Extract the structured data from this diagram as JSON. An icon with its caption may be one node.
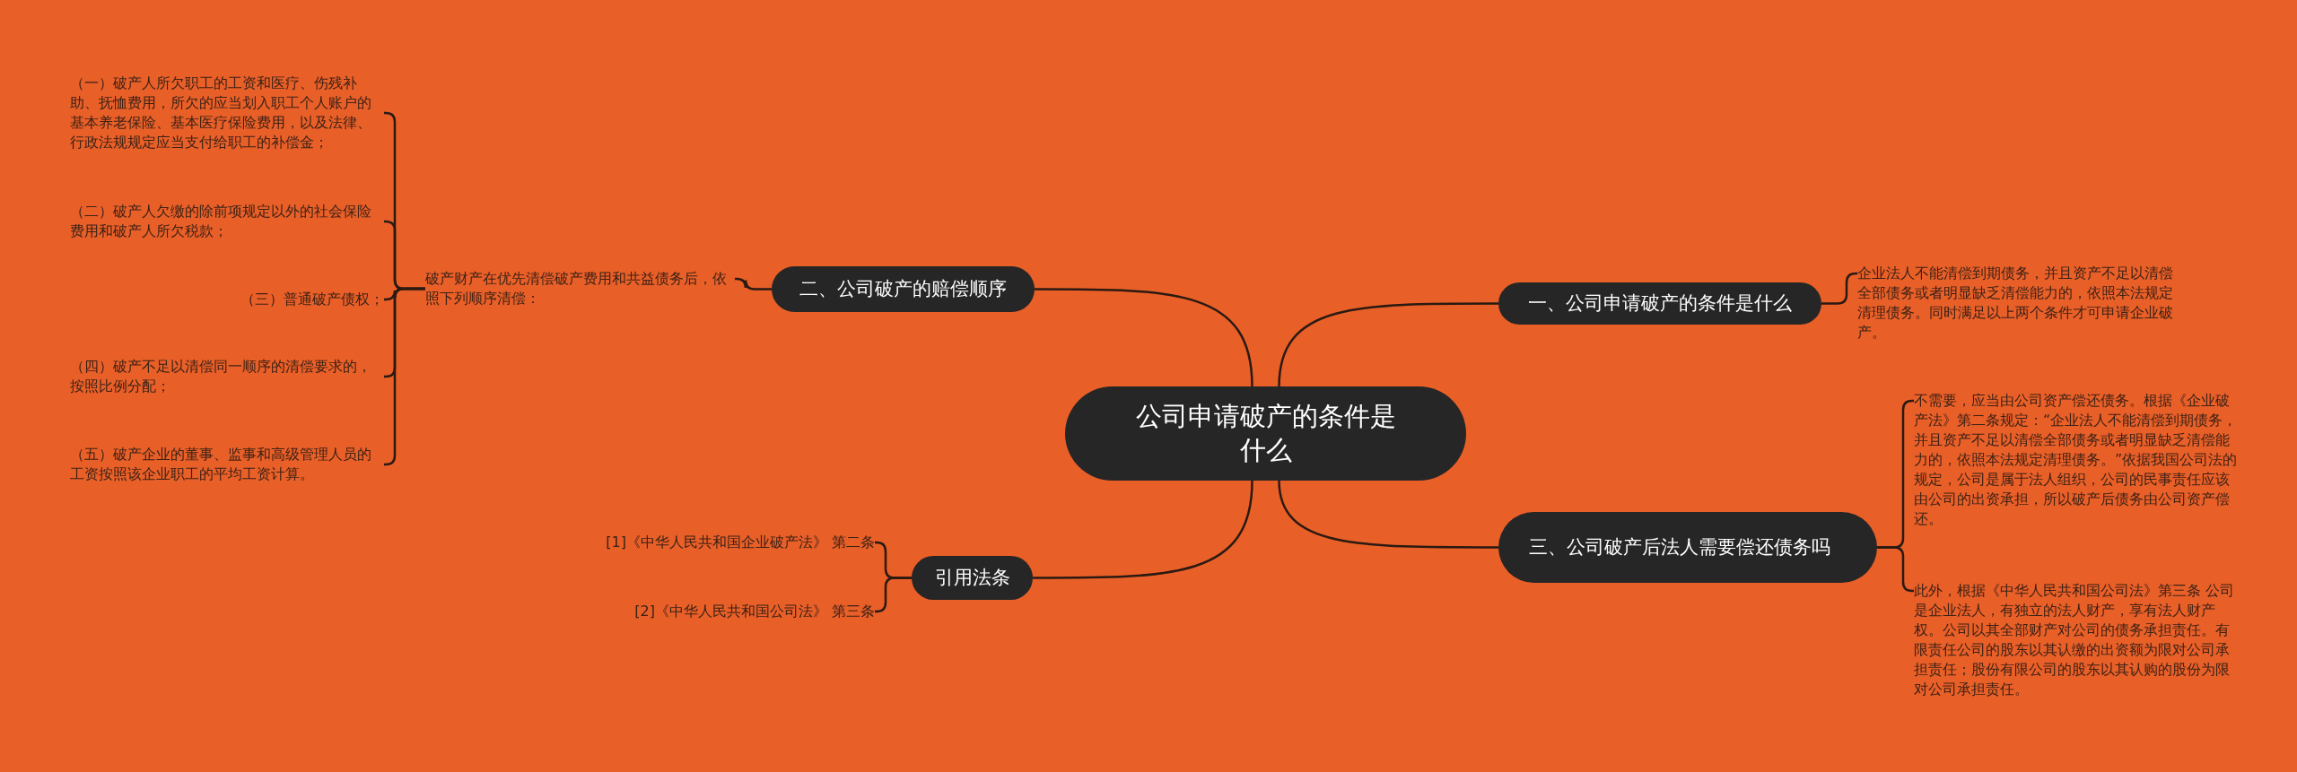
{
  "diagram": {
    "nodes": [
      {
        "text": [
          "公司申请破产的条件是什么"
        ]
      },
      {
        "text": [
          "一、公司申请破产的条件是什么"
        ]
      },
      {
        "text": [
          "企业法人不能清偿到期债务，并且资产不足以清偿全部债务或者明显缺乏清偿能力的，依照本法规定清理债务。同时满足以上两个条件才可申请企业破产。"
        ]
      },
      {
        "text": [
          "二、公司破产的赔偿顺序"
        ]
      },
      {
        "text": [
          "破产财产在优先清偿破产费用和共益债务后，依照下列顺序清偿："
        ]
      },
      {
        "text": [
          "（一）破产人所欠职工的工资和医疗、伤残补助、抚恤费用，所欠的应当划入职工个人账户的基本养老保险、基本医疗保险费用，以及法律、行政法规规定应当支付给职工的补偿金；"
        ]
      },
      {
        "text": [
          "（二）破产人欠缴的除前项规定以外的社会保险费用和破产人所欠税款；"
        ]
      },
      {
        "text": [
          "（三）普通破产债权；"
        ]
      },
      {
        "text": [
          "（四）破产不足以清偿同一顺序的清偿要求的，按照比例分配；"
        ]
      },
      {
        "text": [
          "（五）破产企业的董事、监事和高级管理人员的工资按照该企业职工的平均工资计算。"
        ]
      },
      {
        "text": [
          "三、公司破产后法人需要偿还债务吗"
        ]
      },
      {
        "text": [
          "不需要，应当由公司资产偿还债务。根据《企业破产法》第二条规定：“企业法人不能清偿到期债务，并且资产不足以清偿全部债务或者明显缺乏清偿能力的，依照本法规定清理债务。”依据我国公司法的规定，公司是属于法人组织，公司的民事责任应该由公司的出资承担，所以破产后债务由公司资产偿还。"
        ]
      },
      {
        "text": [
          "此外，根据《中华人民共和国公司法》第三条 公司是企业法人，有独立的法人财产，享有法人财产权。公司以其全部财产对公司的债务承担责任。有限责任公司的股东以其认缴的出资额为限对公司承担责任；股份有限公司的股东以其认购的股份为限对公司承担责任。"
        ]
      },
      {
        "text": [
          "引用法条"
        ]
      },
      {
        "text": [
          "[1]《中华人民共和国企业破产法》 第二条"
        ]
      },
      {
        "text": [
          "[2]《中华人民共和国公司法》 第三条"
        ]
      }
    ],
    "edges": [
      {
        "from": 0,
        "to": 1,
        "arrow": "none"
      },
      {
        "from": 1,
        "to": 2,
        "arrow": "none"
      },
      {
        "from": 0,
        "to": 3,
        "arrow": "none"
      },
      {
        "from": 3,
        "to": 4,
        "arrow": "none"
      },
      {
        "from": 4,
        "to": 5,
        "arrow": "none"
      },
      {
        "from": 4,
        "to": 6,
        "arrow": "none"
      },
      {
        "from": 4,
        "to": 7,
        "arrow": "none"
      },
      {
        "from": 4,
        "to": 8,
        "arrow": "none"
      },
      {
        "from": 4,
        "to": 9,
        "arrow": "none"
      },
      {
        "from": 0,
        "to": 10,
        "arrow": "none"
      },
      {
        "from": 10,
        "to": 11,
        "arrow": "none"
      },
      {
        "from": 10,
        "to": 12,
        "arrow": "none"
      },
      {
        "from": 0,
        "to": 13,
        "arrow": "none"
      },
      {
        "from": 13,
        "to": 14,
        "arrow": "none"
      },
      {
        "from": 13,
        "to": 15,
        "arrow": "none"
      }
    ]
  }
}
